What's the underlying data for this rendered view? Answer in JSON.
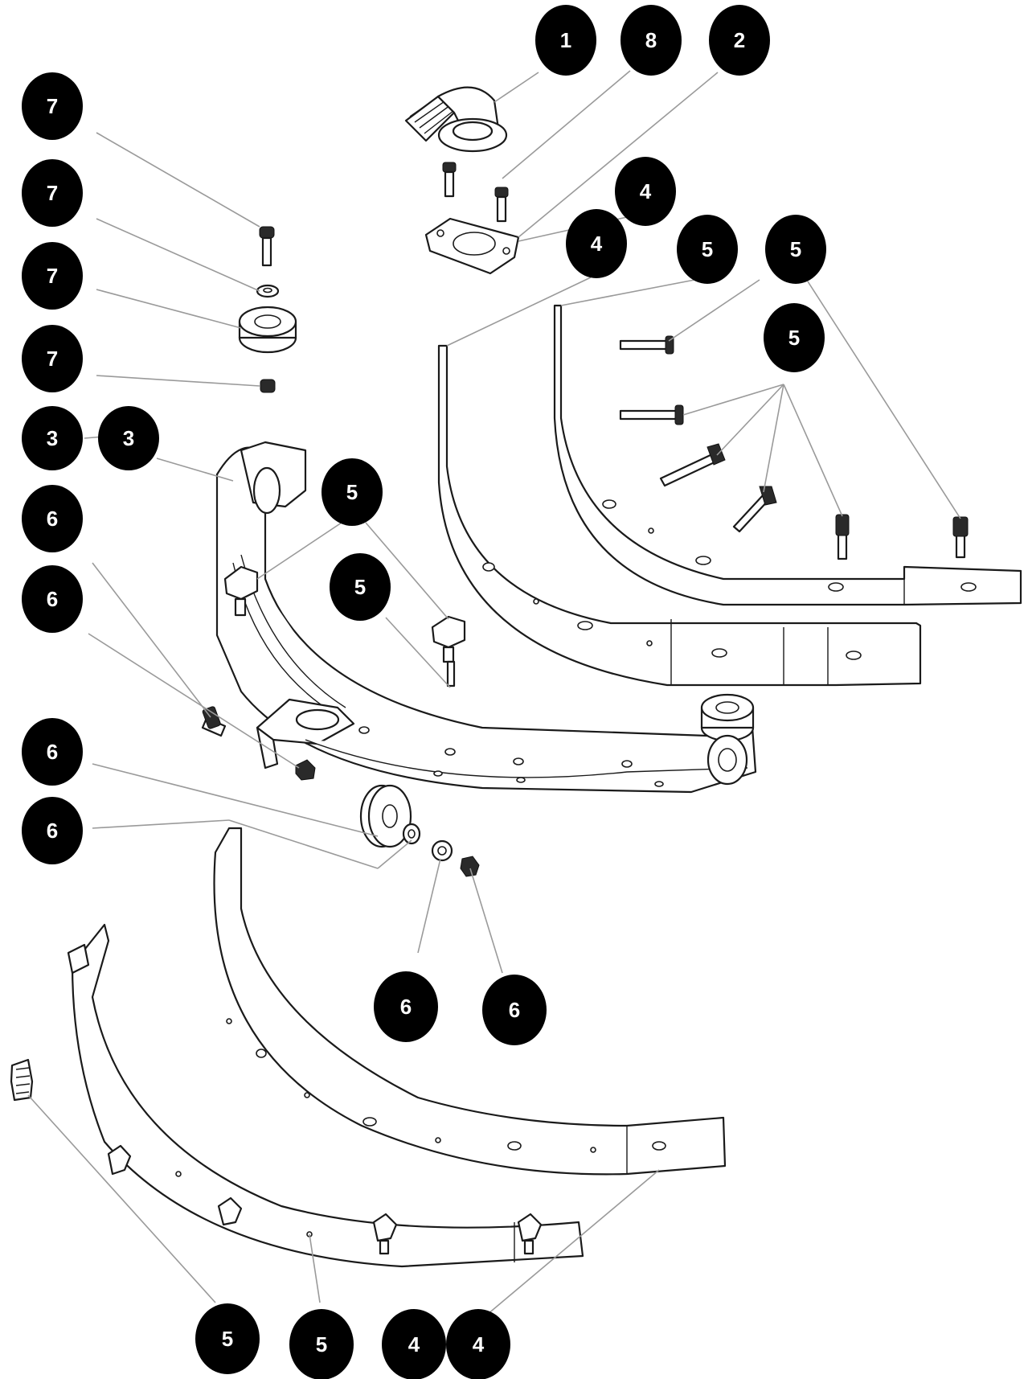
{
  "callouts": [
    {
      "label": "1"
    },
    {
      "label": "8"
    },
    {
      "label": "2"
    },
    {
      "label": "7"
    },
    {
      "label": "7"
    },
    {
      "label": "7"
    },
    {
      "label": "7"
    },
    {
      "label": "4"
    },
    {
      "label": "4"
    },
    {
      "label": "5"
    },
    {
      "label": "5"
    },
    {
      "label": "5"
    },
    {
      "label": "3"
    },
    {
      "label": "3"
    },
    {
      "label": "5"
    },
    {
      "label": "5"
    },
    {
      "label": "6"
    },
    {
      "label": "6"
    },
    {
      "label": "6"
    },
    {
      "label": "6"
    },
    {
      "label": "6"
    },
    {
      "label": "6"
    },
    {
      "label": "5"
    },
    {
      "label": "5"
    },
    {
      "label": "4"
    },
    {
      "label": "4"
    }
  ]
}
